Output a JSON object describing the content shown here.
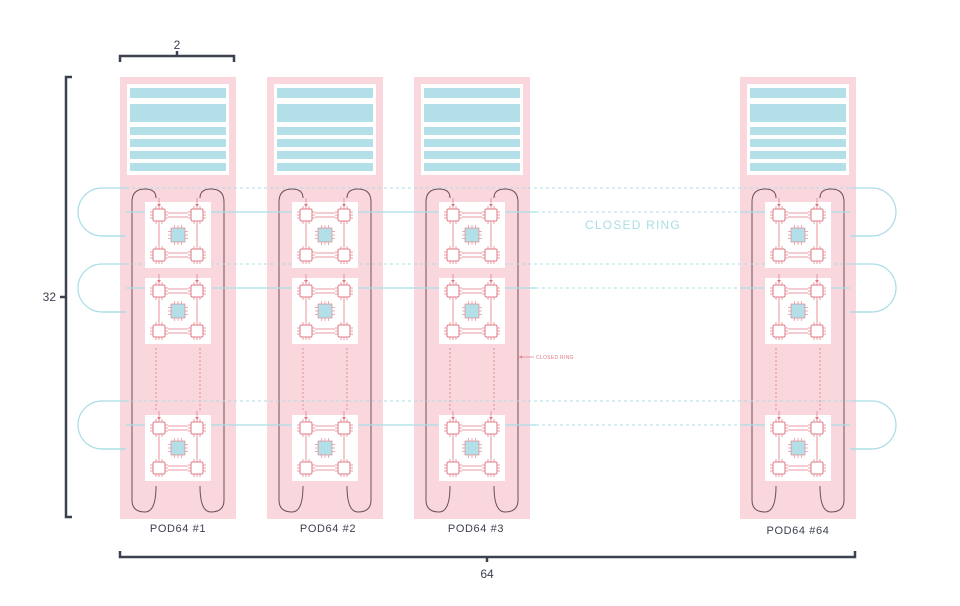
{
  "labels": {
    "width_marker": "2",
    "height_marker": "32",
    "total_marker": "64",
    "ring_big": "CLOSED RING",
    "ring_small": "CLOSED RING"
  },
  "pods": [
    {
      "label": "POD64 #1"
    },
    {
      "label": "POD64 #2"
    },
    {
      "label": "POD64 #3"
    },
    {
      "label": "POD64 #64"
    }
  ],
  "colors": {
    "pod_background": "#f9d7dc",
    "host_bar": "#b3e0e8",
    "ring_line": "#a9dde6",
    "chip_accent": "#e07a86",
    "dimension_line": "#3c4150"
  }
}
